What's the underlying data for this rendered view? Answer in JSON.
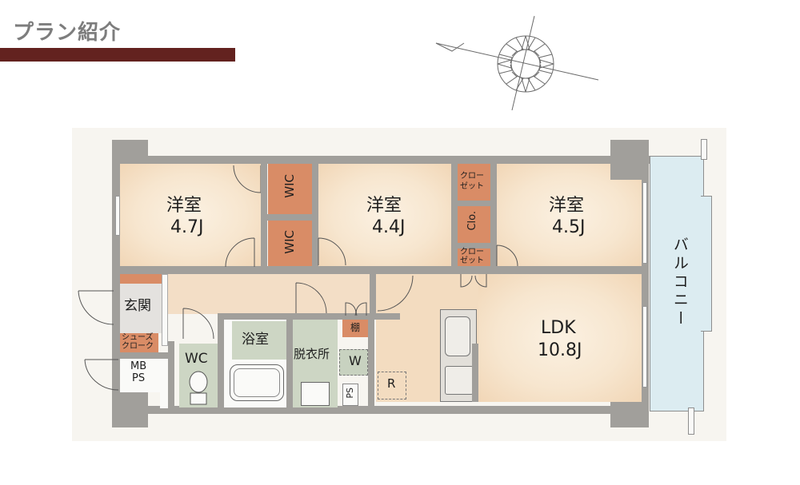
{
  "header": {
    "title": "プラン紹介",
    "bar_color": "#63221f",
    "title_color": "#7d7d7d"
  },
  "compass": {
    "icon": "compass-rose-icon"
  },
  "floorplan": {
    "rooms": [
      {
        "id": "bedroom1",
        "name": "洋室",
        "size": "4.7J"
      },
      {
        "id": "bedroom2",
        "name": "洋室",
        "size": "4.4J"
      },
      {
        "id": "bedroom3",
        "name": "洋室",
        "size": "4.5J"
      },
      {
        "id": "ldk",
        "name": "LDK",
        "size": "10.8J"
      }
    ],
    "storage": {
      "wic_top": "WIC",
      "wic_bottom": "WIC",
      "closet_top": "クロー\nゼット",
      "closet_top_line1": "クロー",
      "closet_top_line2": "ゼット",
      "clo": "Clo.",
      "closet_bottom_line1": "クロー",
      "closet_bottom_line2": "ゼット",
      "shelf": "棚",
      "shoe_cloak_line1": "シューズ",
      "shoe_cloak_line2": "クローク"
    },
    "utility": {
      "entrance": "玄関",
      "mbps_line1": "MB",
      "mbps_line2": "PS",
      "wc": "WC",
      "bath": "浴室",
      "dressing": "脱衣所",
      "washer": "W",
      "ps": "PS",
      "fridge": "R",
      "balcony": "バルコニー"
    },
    "colors": {
      "wall": "#a19f9b",
      "room": "#f3dcc0",
      "closet": "#d98c66",
      "wet_area": "#cdd6c4",
      "balcony": "#dcecf1",
      "background": "#f7f5f0"
    }
  }
}
